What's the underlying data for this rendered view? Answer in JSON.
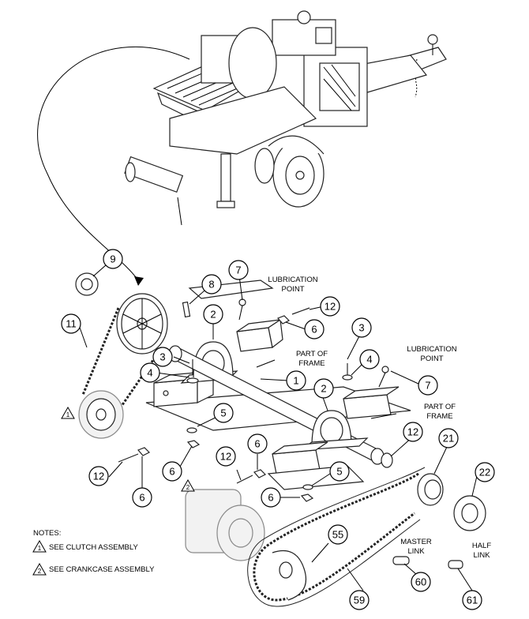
{
  "labels": {
    "lub_top": [
      "LUBRICATION",
      "POINT"
    ],
    "lub_right": [
      "LUBRICATION",
      "POINT"
    ],
    "frame_left": [
      "PART OF",
      "FRAME"
    ],
    "frame_right": [
      "PART OF",
      "FRAME"
    ],
    "master_link": [
      "MASTER",
      "LINK"
    ],
    "half_link": [
      "HALF",
      "LINK"
    ]
  },
  "notes": {
    "title": "NOTES:",
    "items": [
      {
        "marker": "1",
        "text": "SEE CLUTCH ASSEMBLY"
      },
      {
        "marker": "2",
        "text": "SEE CRANKCASE ASSEMBLY"
      }
    ]
  },
  "callouts": [
    "9",
    "7",
    "8",
    "2",
    "12",
    "6",
    "11",
    "3",
    "4",
    "1",
    "3",
    "4",
    "7",
    "2",
    "5",
    "21",
    "22",
    "12",
    "6",
    "12",
    "12",
    "6",
    "5",
    "6",
    "55",
    "60",
    "59",
    "61"
  ],
  "icons": [
    "trailer-mixer-illustration",
    "belt-pulley",
    "clutch-assembly",
    "crankcase-assembly",
    "roller-chain",
    "sprocket",
    "shaft"
  ]
}
